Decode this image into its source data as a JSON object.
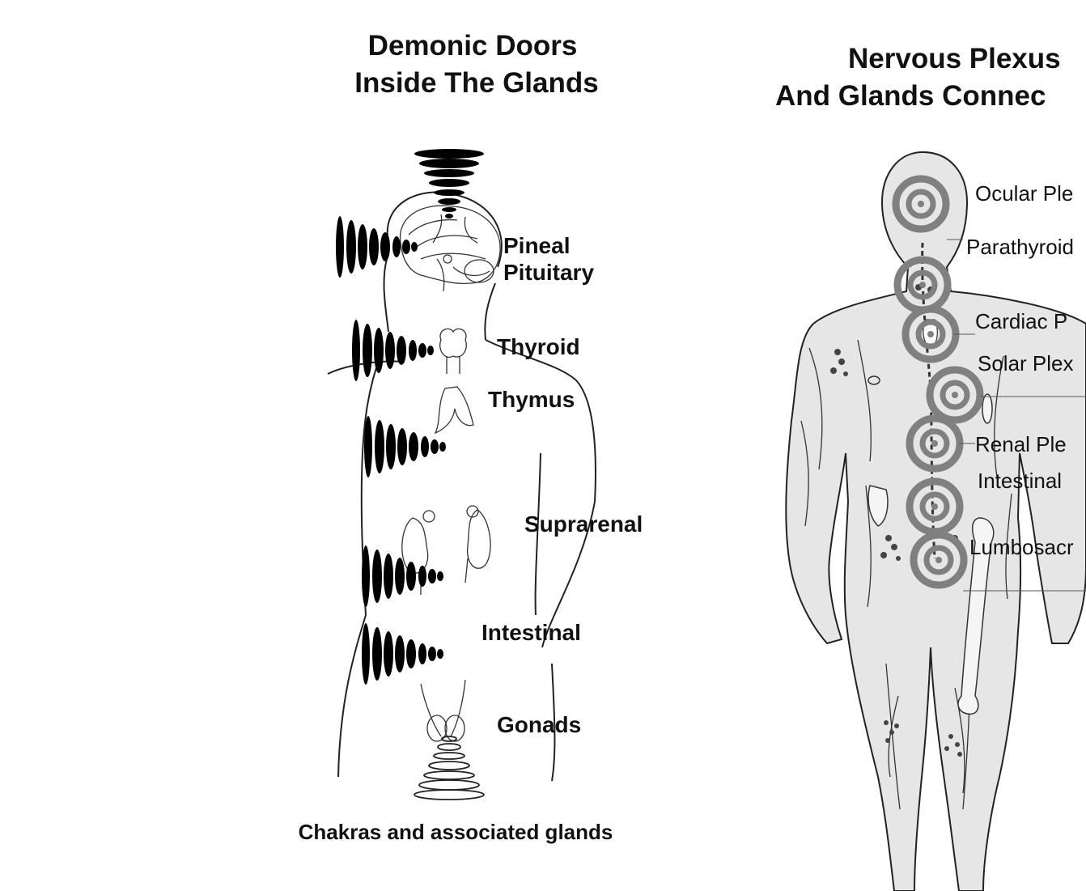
{
  "left_panel": {
    "title_line1": "Demonic Doors",
    "title_line2": "Inside The Glands",
    "labels": [
      "Pineal",
      "Pituitary",
      "Thyroid",
      "Thymus",
      "Suprarenal",
      "Intestinal",
      "Gonads"
    ],
    "caption": "Chakras and associated glands"
  },
  "right_panel": {
    "title_line1": "Nervous Plexus",
    "title_line2": "And Glands Connec",
    "labels": [
      "Ocular Ple",
      "Parathyroid",
      "Cardiac P",
      "Solar Plex",
      "Renal Ple",
      "Intestinal",
      "Lumbosacr"
    ]
  },
  "colors": {
    "ink": "#222222",
    "target_ring": "#808080",
    "body_fill": "#e6e6e6",
    "gland_dots": "#444444"
  }
}
